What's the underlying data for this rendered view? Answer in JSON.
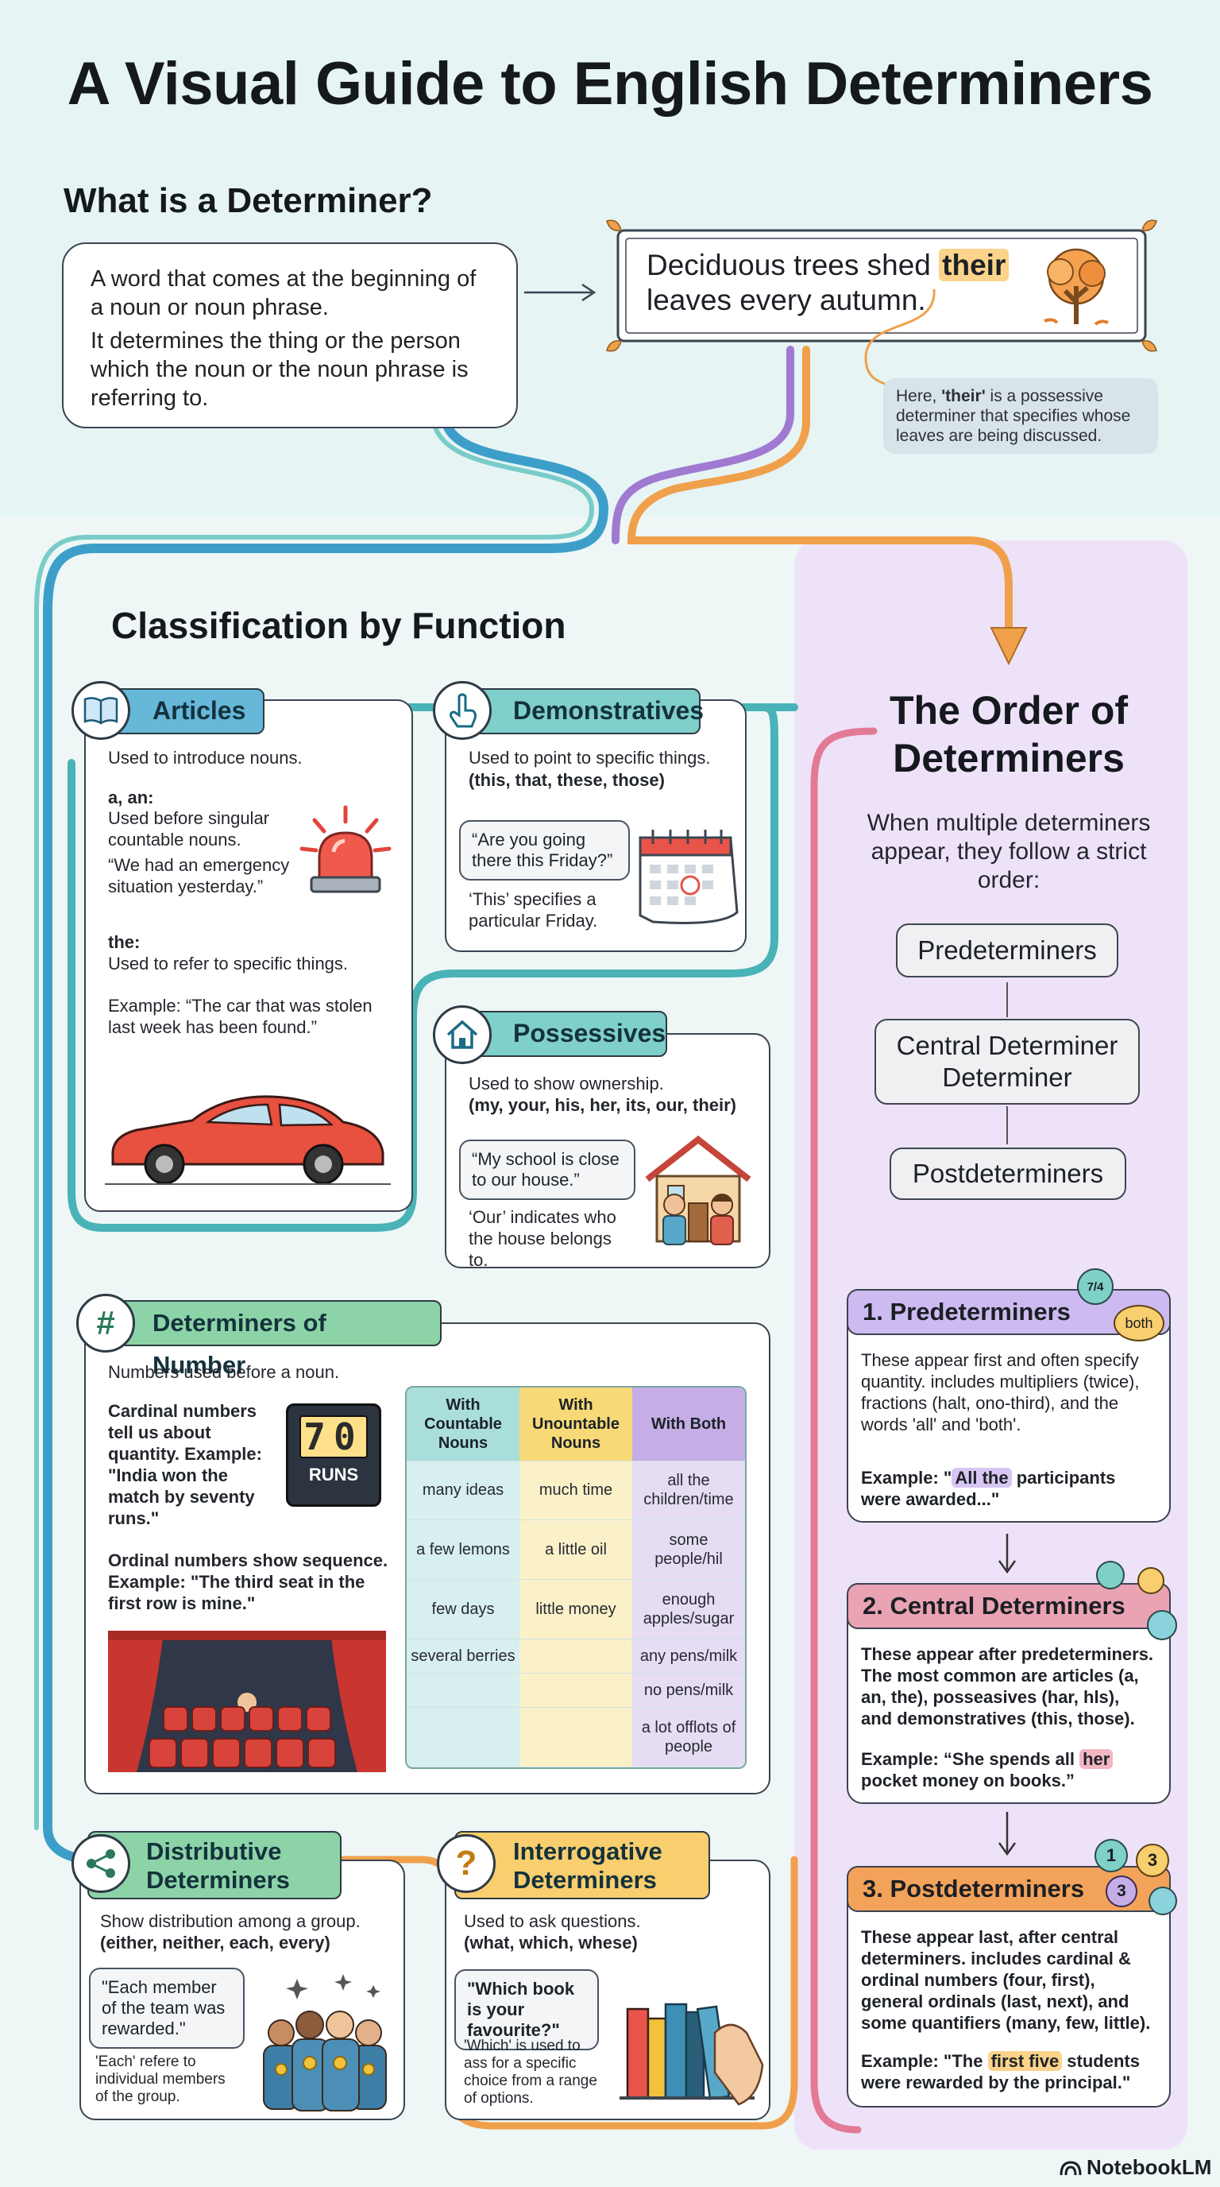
{
  "title": "A Visual Guide to English Determiners",
  "colors": {
    "teal": "#49b3b7",
    "blue": "#3d9fc9",
    "purple": "#a07ad1",
    "orange": "#f0a04b",
    "pink": "#e27a96",
    "green": "#6fc99a",
    "lavender_bg": "#eee2f8"
  },
  "intro": {
    "heading": "What is a Determiner?",
    "definition_1": "A word that comes at the beginning of a noun or noun phrase.",
    "definition_2": "It determines the thing or the person which the noun or the noun phrase is referring to.",
    "example_before": "Deciduous trees shed ",
    "example_highlight": "their",
    "example_after": " leaves every autumn.",
    "note_before": "Here, ",
    "note_bold": "'their'",
    "note_after": " is a possessive determiner that specifies whose leaves are being discussed.",
    "tree_icon": "tree-icon"
  },
  "classification": {
    "heading": "Classification by Function",
    "articles": {
      "label": "Articles",
      "icon": "book-icon",
      "intro": "Used to introduce nouns.",
      "a_an_label": "a, an:",
      "a_an_desc": "Used before singular countable nouns.",
      "a_an_example": "“We had an emergency situation yesterday.”",
      "the_label": "the:",
      "the_desc": "Used to refer to specific things.",
      "the_example": "Example: “The car that was stolen last week has been found.”",
      "siren_icon": "siren-icon",
      "car_icon": "car-icon"
    },
    "demonstratives": {
      "label": "Demonstratives",
      "icon": "pointing-hand-icon",
      "desc": "Used to point to specific things.",
      "list": "(this, that, these, those)",
      "bubble": "“Are you going there this Friday?”",
      "note": "‘This’ specifies a particular Friday.",
      "calendar_icon": "calendar-icon"
    },
    "possessives": {
      "label": "Possessives",
      "icon": "house-icon",
      "desc": "Used to show ownership.",
      "list": "(my, your, his, her, its, our, their)",
      "bubble": "“My school is close to our house.”",
      "note": "‘Our’ indicates who the house belongs to.",
      "people_icon": "family-house-icon"
    },
    "number": {
      "label": "Determiners of Number",
      "icon": "hash-icon",
      "intro": "Numbers used before a noun.",
      "cardinal": "Cardinal numbers tell us about quantity. Example: \"India won the match by seventy runs.\"",
      "scoreboard_digits": "70",
      "scoreboard_label": "RUNS",
      "ordinal": "Ordinal numbers show sequence. Example: \"The third seat in the first row is mine.\"",
      "theater_icon": "theater-seats-icon",
      "table_headers": [
        "With Countable Nouns",
        "With Unountable Nouns",
        "With Both"
      ],
      "table_rows": [
        [
          "many ideas",
          "much time",
          "all the children/time"
        ],
        [
          "a few lemons",
          "a little oil",
          "some people/hil"
        ],
        [
          "few days",
          "little money",
          "enough apples/sugar"
        ],
        [
          "several berries",
          "",
          "any pens/milk"
        ],
        [
          "",
          "",
          "no pens/milk"
        ],
        [
          "",
          "",
          "a lot offlots of people"
        ]
      ]
    },
    "distributive": {
      "label": "Distributive Determiners",
      "icon": "share-icon",
      "desc": "Show distribution among a group.",
      "list": "(either, neither, each, every)",
      "bubble": "\"Each member of the team was rewarded.\"",
      "note": "'Each' refere to individual members of the group.",
      "team_icon": "team-medals-icon"
    },
    "interrogative": {
      "label": "Interrogative Determiners",
      "icon": "question-icon",
      "desc": "Used to ask questions.",
      "list": "(what, which, whese)",
      "bubble": "\"Which book is your favourite?\"",
      "note": "'Which' is used to ass for a specific choice from a range of options.",
      "books_icon": "books-hand-icon"
    }
  },
  "order": {
    "heading": "The Order of Determiners",
    "intro": "When multiple determiners appear, they follow a strict order:",
    "pills": [
      "Predeterminers",
      "Central Determiner Determiner",
      "Postdeterminers"
    ],
    "steps": [
      {
        "title": "1. Predeterminers",
        "body": "These appear first and often specify quantity. includes multipliers (twice), fractions (halt, ono-third), and the words 'all' and 'both'.",
        "example_before": "Example: \"",
        "example_highlight": "All the",
        "example_after": " participants were awarded...\"",
        "badge_fraction": "7/4",
        "badge_word": "both"
      },
      {
        "title": "2. Central Determiners",
        "body": "These appear after predeterminers. The most common are articles (a, an, the), posseasives (har, hls), and demonstratives (this, those).",
        "example_before": "Example: “She spends all ",
        "example_highlight": "her",
        "example_after": " pocket money on books.”"
      },
      {
        "title": "3. Postdeterminers",
        "body_1": "These appear last, after central determiners. includes cardinal & ordinal numbers (four, first), general ordinals (last, next), and some ",
        "body_bold": "quantifiers",
        "body_2": " (many, few, little).",
        "example_before": "Example: \"The ",
        "example_highlight": "first five",
        "example_after": " students were rewarded by the principal.\"",
        "badges": [
          "1",
          "3",
          "3"
        ]
      }
    ]
  },
  "footer": {
    "brand": "NotebookLM",
    "logo_icon": "notebooklm-logo-icon"
  }
}
